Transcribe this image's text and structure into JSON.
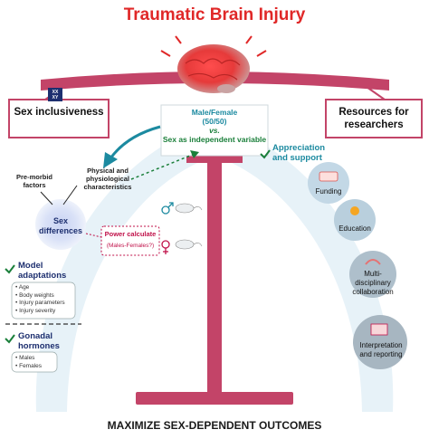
{
  "title": "Traumatic Brain Injury",
  "left_box": {
    "label": "Sex inclusiveness",
    "chromosome_text": "XX XY"
  },
  "right_box": {
    "label": "Resources for researchers"
  },
  "center_box": {
    "line1": "Male/Female",
    "line2": "(50/50)",
    "line3": "vs.",
    "line4": "Sex as independent variable"
  },
  "left_side": {
    "premorbid": "Pre-morbid factors",
    "physical": "Physical and physiological characteristics",
    "sex_differences": "Sex differences",
    "power": "Power calculate",
    "power_sub": "(Males-Females?)",
    "model_adaptations": "Model adaptations",
    "model_items": [
      "Age",
      "Body weights",
      "Injury parameters",
      "Injury severity"
    ],
    "gonadal_hormones": "Gonadal hormones",
    "gonadal_items": [
      "Males",
      "Females"
    ]
  },
  "right_side": {
    "appreciation": "Appreciation and support",
    "circles": [
      "Funding",
      "Education",
      "Multi-disciplinary collaboration",
      "Interpretation and reporting"
    ]
  },
  "bottom_text": "MAXIMIZE SEX-DEPENDENT OUTCOMES",
  "colors": {
    "title": "#e02828",
    "beam": "#c34468",
    "teal": "#1c8aa0",
    "green": "#1a7f3a",
    "navy": "#1d2f6f",
    "arc_fill": "#e4f1f7"
  }
}
